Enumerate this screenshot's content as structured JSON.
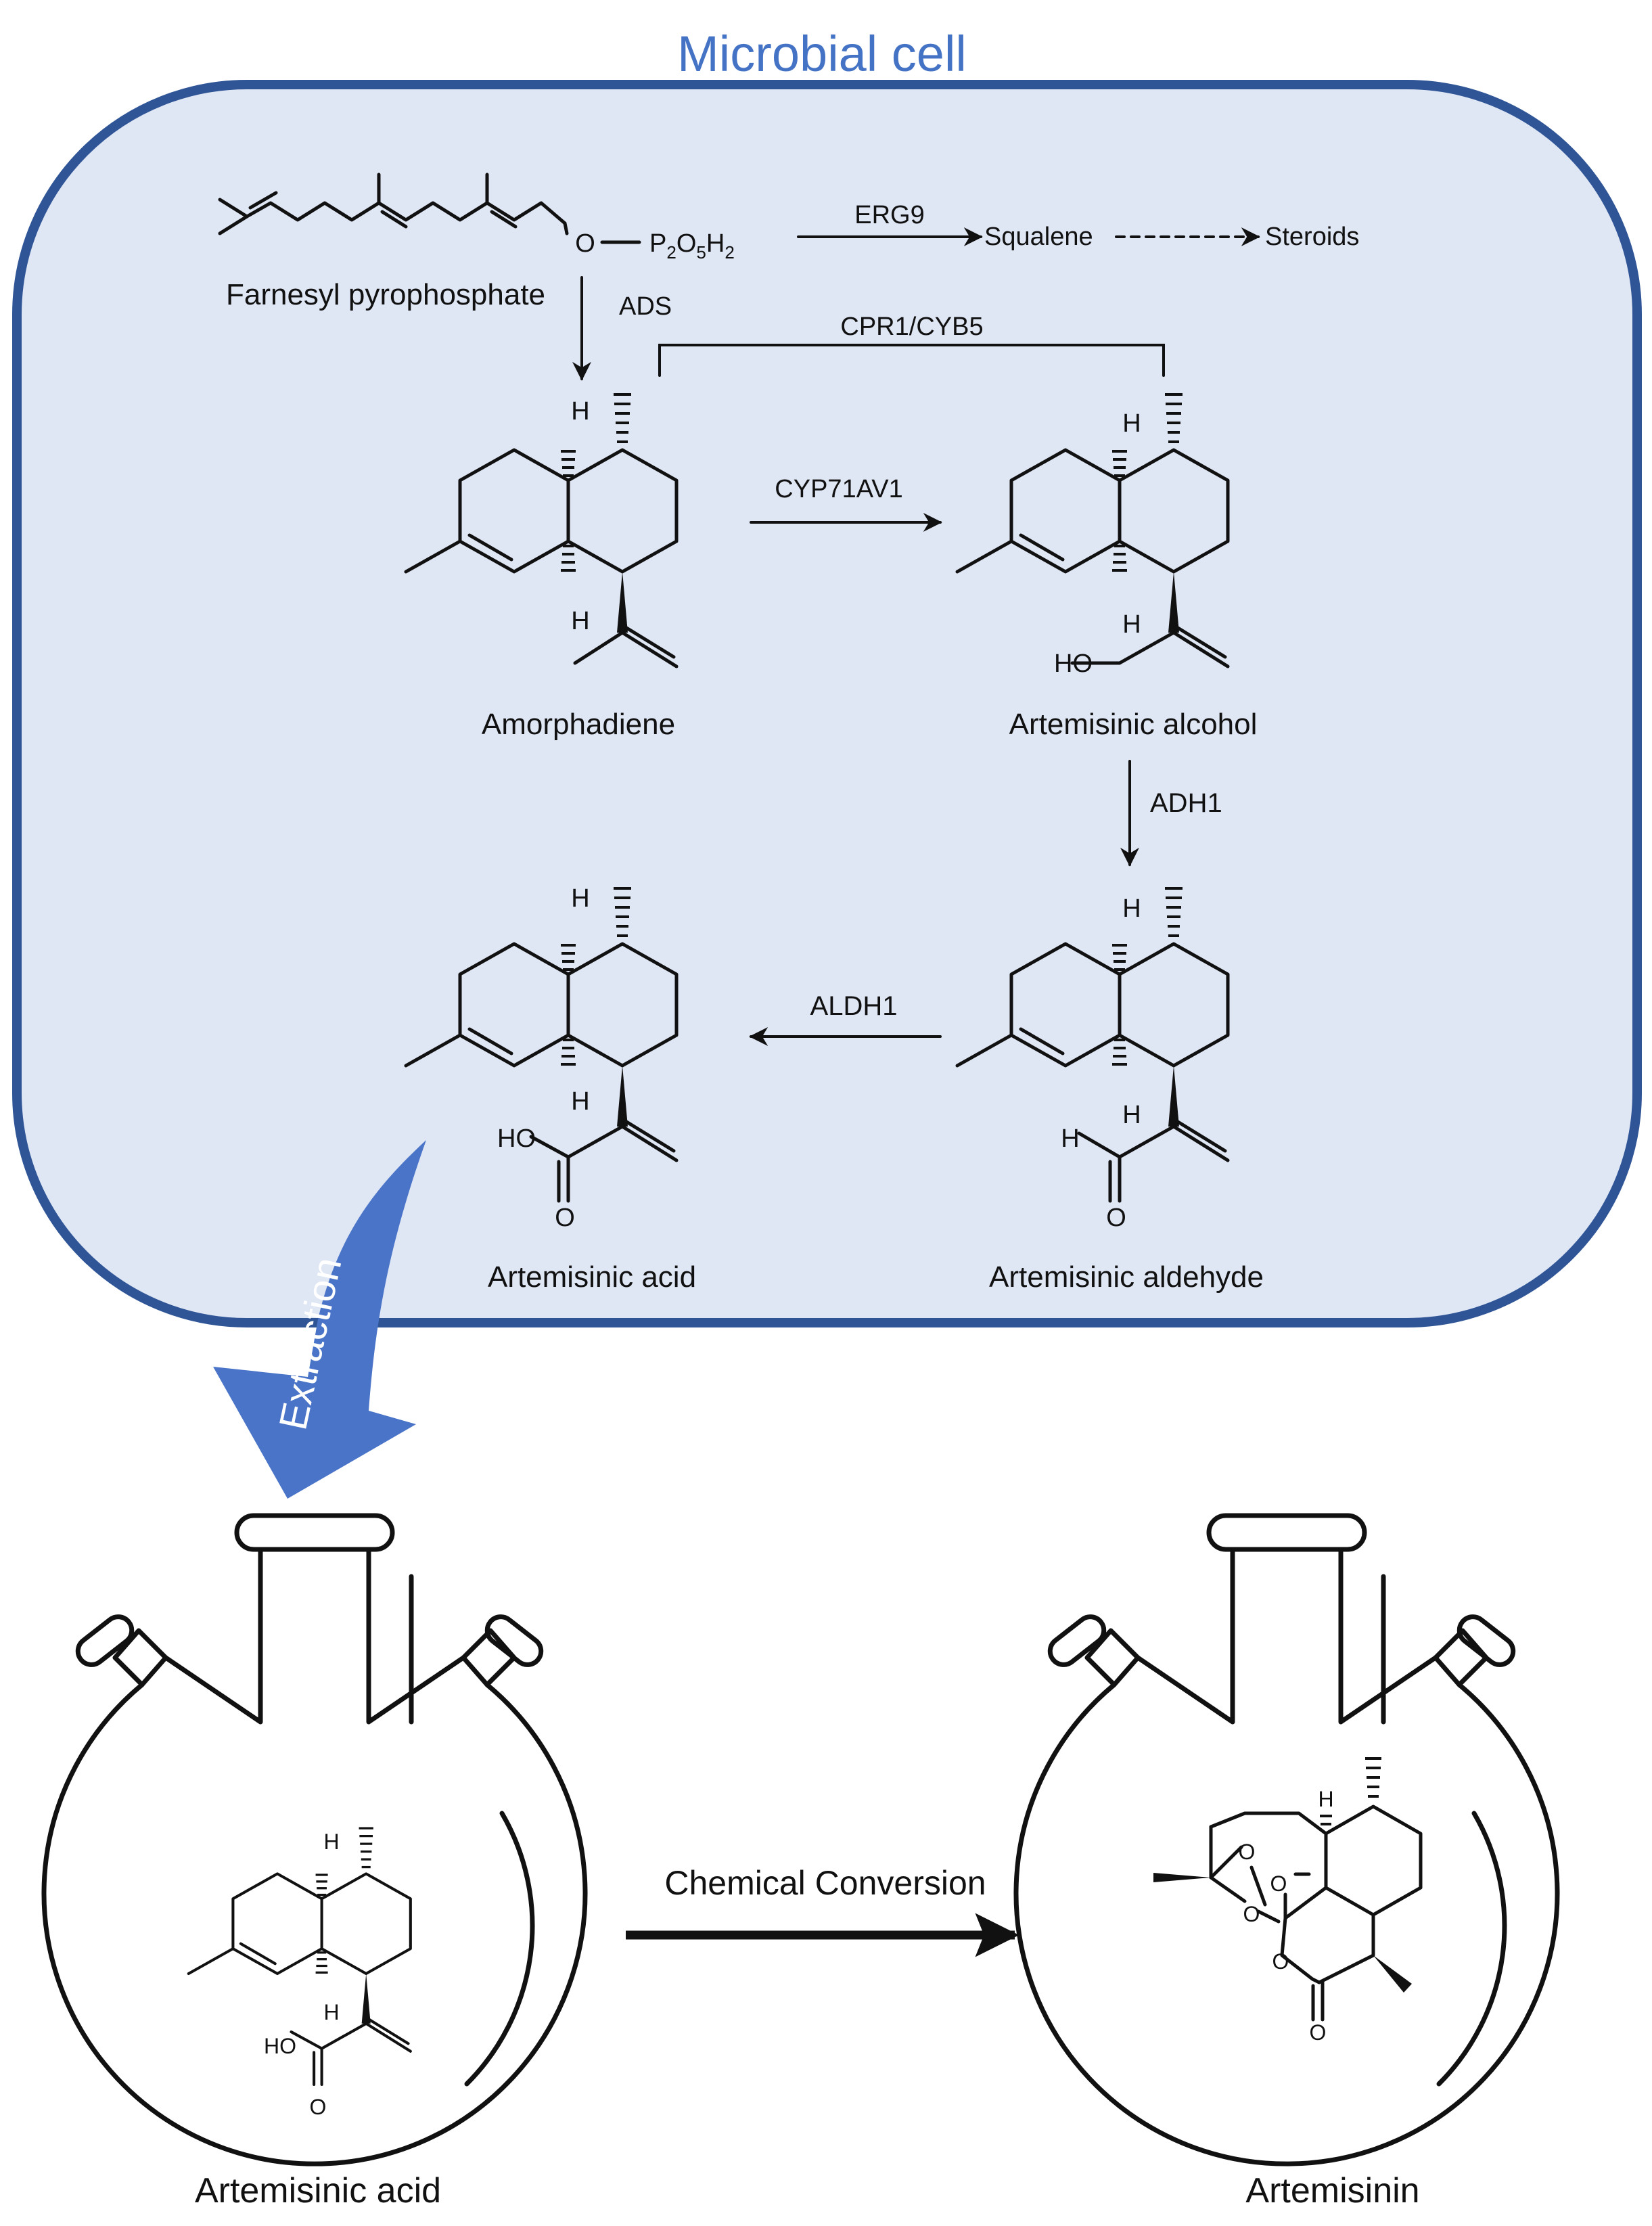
{
  "title": "Microbial cell",
  "colors": {
    "cell_fill": "#dfe6f4",
    "cell_border": "#2f5597",
    "title_blue": "#4472c4",
    "extraction_arrow": "#4a74c8",
    "ink": "#111111"
  },
  "compounds": {
    "fpp": "Farnesyl pyrophosphate",
    "fpp_oxygen": "O",
    "fpp_phosphate": "P",
    "fpp_phosphate_sub1": "2",
    "fpp_phosphate_o": "O",
    "fpp_phosphate_sub2": "5",
    "fpp_phosphate_h": "H",
    "fpp_phosphate_sub3": "2",
    "squalene": "Squalene",
    "steroids": "Steroids",
    "amorphadiene": "Amorphadiene",
    "artemisinic_alcohol": "Artemisinic alcohol",
    "artemisinic_aldehyde": "Artemisinic aldehyde",
    "artemisinic_acid": "Artemisinic acid",
    "flask_left": "Artemisinic acid",
    "flask_right": "Artemisinin"
  },
  "enzymes": {
    "erg9": "ERG9",
    "ads": "ADS",
    "cpr1_cyb5": "CPR1/CYB5",
    "cyp71av1": "CYP71AV1",
    "adh1": "ADH1",
    "aldh1": "ALDH1"
  },
  "atoms": {
    "h": "H",
    "ho": "HO",
    "o": "O"
  },
  "processes": {
    "extraction": "Extraction",
    "chemical_conversion": "Chemical Conversion"
  },
  "icons": {
    "pathway_arrow": "arrow-right-icon",
    "flask": "three-neck-flask-icon",
    "extraction_arrow": "curved-arrow-icon"
  }
}
